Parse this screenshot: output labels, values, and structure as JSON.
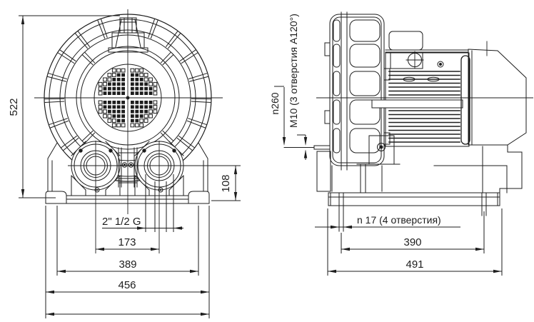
{
  "drawing": {
    "type": "technical dimensional drawing",
    "subject": "side-channel blower, front and side orthographic views",
    "line_color": "#1d1d1d",
    "background_color": "#ffffff",
    "front_view": {
      "dims": {
        "overall_height": "522",
        "port_center_height": "108",
        "port_thread": "2\" 1/2 G",
        "port_center_distance": "173",
        "mounting_width": "389",
        "base_width": "456"
      }
    },
    "side_view": {
      "dims": {
        "flange_diameter": "n260",
        "flange_holes": "M10 (3 отверстия A120°)",
        "base_holes": "n 17 (4 отверстия)",
        "mounting_hole_distance": "390",
        "base_length": "491"
      }
    }
  }
}
